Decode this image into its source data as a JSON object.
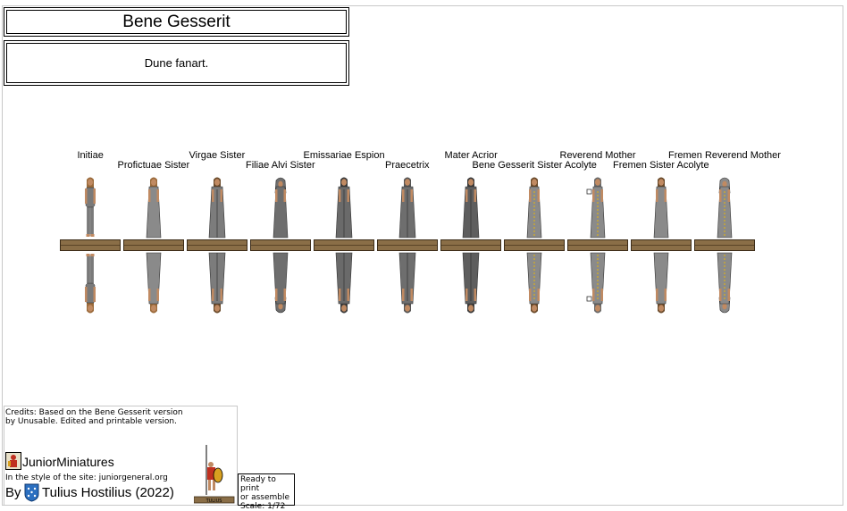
{
  "title": "Bene Gesserit",
  "description": "Dune fanart.",
  "figures": [
    {
      "label": "Initiae",
      "row": 1,
      "robe": "#7a7a7a",
      "skin": "#c08a62",
      "hair": "#9a6a3a",
      "dress": "bare"
    },
    {
      "label": "Profictuae Sister",
      "row": 2,
      "robe": "#8a8a8a",
      "skin": "#c08a62",
      "hair": "#9a6a3a",
      "dress": "gown"
    },
    {
      "label": "Virgae Sister",
      "row": 1,
      "robe": "#7c7c7c",
      "skin": "#c08a62",
      "hair": "#6a4a2a",
      "dress": "cloak"
    },
    {
      "label": "Filiae Alvi Sister",
      "row": 2,
      "robe": "#6e6e6e",
      "skin": "#c08a62",
      "hair": "#4a4a4a",
      "dress": "hood"
    },
    {
      "label": "Emissariae Espion",
      "row": 1,
      "robe": "#6a6a6a",
      "skin": "#c08a62",
      "hair": "#3a3a3a",
      "dress": "cloak"
    },
    {
      "label": "Praecetrix",
      "row": 2,
      "robe": "#6e6e6e",
      "skin": "#c08a62",
      "hair": "#555555",
      "dress": "cloak"
    },
    {
      "label": "Mater Acrior",
      "row": 1,
      "robe": "#5e5e5e",
      "skin": "#c08a62",
      "hair": "#3a3a3a",
      "dress": "cloak"
    },
    {
      "label": "Bene Gesserit Sister Acolyte",
      "row": 2,
      "robe": "#8a8a8a",
      "skin": "#c08a62",
      "hair": "#6a4a2a",
      "dress": "gown",
      "trim": "#d8b020"
    },
    {
      "label": "Reverend Mother",
      "row": 1,
      "robe": "#8a8a8a",
      "skin": "#c08a62",
      "hair": "#6a6a6a",
      "dress": "gown",
      "trim": "#d8b020",
      "cup": true
    },
    {
      "label": "Fremen Sister Acolyte",
      "row": 2,
      "robe": "#8a8a8a",
      "skin": "#c08a62",
      "hair": "#6a4a2a",
      "dress": "gown"
    },
    {
      "label": "Fremen Reverend Mother",
      "row": 1,
      "robe": "#8a8a8a",
      "skin": "#c08a62",
      "hair": "#3a3a3a",
      "dress": "hood",
      "trim": "#d8b020"
    }
  ],
  "credits": {
    "line1": "Credits: Based on the Bene Gesserit version",
    "line2": "by Unusable. Edited and printable version.",
    "site_name": "JuniorMiniatures",
    "style_note": "In the style of the site: juniorgeneral.org",
    "by": "By",
    "author": "Tulius Hostilius (2022)",
    "emblem_label": "TULIUS"
  },
  "ready": {
    "line1": "Ready to print",
    "line2": "or assemble",
    "line3": "Scale: 1/72"
  },
  "colors": {
    "board": "#8a6e47",
    "board_edge": "#3c2c18",
    "frame": "#c8c8c8"
  }
}
